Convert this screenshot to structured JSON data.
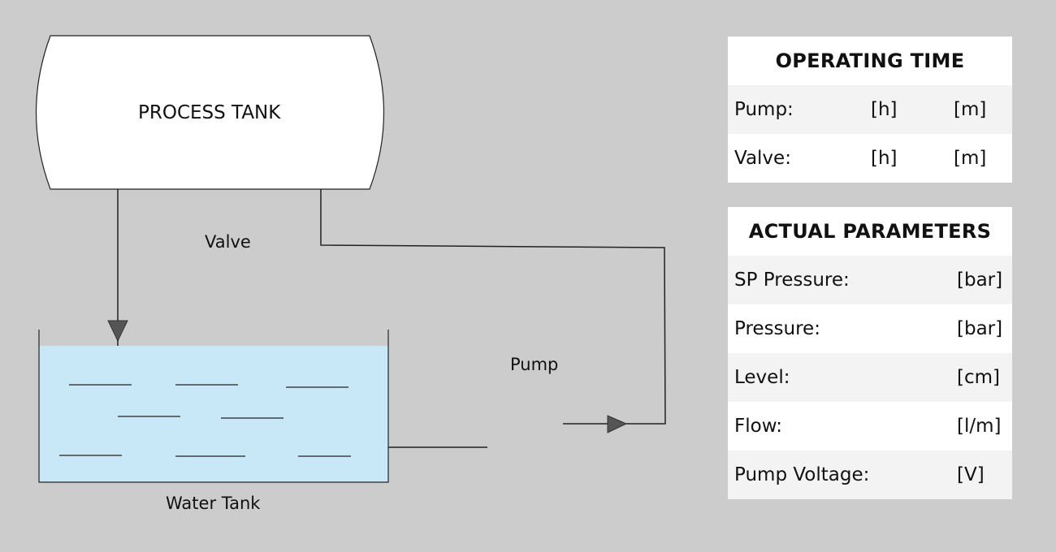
{
  "diagram": {
    "process_tank_label": "PROCESS TANK",
    "valve_label": "Valve",
    "pump_label": "Pump",
    "water_tank_label": "Water Tank",
    "colors": {
      "background": "#cccccc",
      "water": "#c9e8f7",
      "tank_fill": "#ffffff",
      "line": "#222222",
      "arrow": "#555555"
    }
  },
  "operating_time": {
    "title": "OPERATING TIME",
    "rows": [
      {
        "label": "Pump:",
        "unit_hours": "[h]",
        "unit_minutes": "[m]"
      },
      {
        "label": "Valve:",
        "unit_hours": "[h]",
        "unit_minutes": "[m]"
      }
    ]
  },
  "actual_parameters": {
    "title": "ACTUAL PARAMETERS",
    "rows": [
      {
        "label": "SP Pressure:",
        "unit": "[bar]"
      },
      {
        "label": "Pressure:",
        "unit": "[bar]"
      },
      {
        "label": "Level:",
        "unit": "[cm]"
      },
      {
        "label": "Flow:",
        "unit": "[l/m]"
      },
      {
        "label": "Pump Voltage:",
        "unit": "[V]"
      }
    ]
  }
}
